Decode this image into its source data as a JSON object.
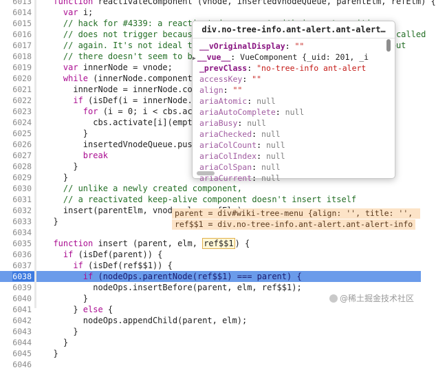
{
  "editor": {
    "lines": [
      {
        "num": "6013",
        "text": "  function reactivateComponent (vnode, insertedVnodeQueue, parentElm, refElm) {",
        "kind": "code"
      },
      {
        "num": "6014",
        "text": "    var i;",
        "kind": "code"
      },
      {
        "num": "6015",
        "text": "    // hack for #4339: a reactivated component with inner transition",
        "kind": "comment"
      },
      {
        "num": "6016",
        "text": "    // does not trigger because the inner node's created hooks are not called",
        "kind": "comment"
      },
      {
        "num": "6017",
        "text": "    // again. It's not ideal to involve module-specific logic in here but",
        "kind": "comment"
      },
      {
        "num": "6018",
        "text": "    // there doesn't seem to be a better way to do it.",
        "kind": "comment"
      },
      {
        "num": "6019",
        "text": "    var innerNode = vnode;",
        "kind": "code"
      },
      {
        "num": "6020",
        "text": "    while (innerNode.componentInstance) {",
        "kind": "code"
      },
      {
        "num": "6021",
        "text": "      innerNode = innerNode.componentInstance._vnode;",
        "kind": "code"
      },
      {
        "num": "6022",
        "text": "      if (isDef(i = innerNode.data) && isDef(i = i.transition)) {",
        "kind": "code"
      },
      {
        "num": "6023",
        "text": "        for (i = 0; i < cbs.activate.length; ++i) {",
        "kind": "code"
      },
      {
        "num": "6024",
        "text": "          cbs.activate[i](emptyNode, innerNode);",
        "kind": "code"
      },
      {
        "num": "6025",
        "text": "        }",
        "kind": "code"
      },
      {
        "num": "6026",
        "text": "        insertedVnodeQueue.push(innerNode);",
        "kind": "code"
      },
      {
        "num": "6027",
        "text": "        break",
        "kind": "code"
      },
      {
        "num": "6028",
        "text": "      }",
        "kind": "code"
      },
      {
        "num": "6029",
        "text": "    }",
        "kind": "code"
      },
      {
        "num": "6030",
        "text": "    // unlike a newly created component,",
        "kind": "comment"
      },
      {
        "num": "6031",
        "text": "    // a reactivated keep-alive component doesn't insert itself",
        "kind": "comment"
      },
      {
        "num": "6032",
        "text": "    insert(parentElm, vnode.elm, refElm);",
        "kind": "code"
      },
      {
        "num": "6033",
        "text": "  }",
        "kind": "code"
      },
      {
        "num": "6034",
        "text": "",
        "kind": "code"
      },
      {
        "num": "6035",
        "text": "  function insert (parent, elm, ",
        "kind": "code"
      },
      {
        "num": "6036",
        "text": "    if (isDef(parent)) {",
        "kind": "code"
      },
      {
        "num": "6037",
        "text": "      if (isDef(ref$$1)) {",
        "kind": "code"
      },
      {
        "num": "6038",
        "text": "        if (nodeOps.parentNode(ref$$1) === parent) {",
        "kind": "current"
      },
      {
        "num": "6039",
        "text": "          nodeOps.insertBefore(parent, elm, ref$$1);",
        "kind": "code"
      },
      {
        "num": "6040",
        "text": "        }",
        "kind": "code"
      },
      {
        "num": "6041",
        "text": "      } else {",
        "kind": "code"
      },
      {
        "num": "6042",
        "text": "        nodeOps.appendChild(parent, elm);",
        "kind": "code"
      },
      {
        "num": "6043",
        "text": "      }",
        "kind": "code"
      },
      {
        "num": "6044",
        "text": "    }",
        "kind": "code"
      },
      {
        "num": "6045",
        "text": "  }",
        "kind": "code"
      },
      {
        "num": "6046",
        "text": "",
        "kind": "code"
      }
    ],
    "insert_param_highlight": "ref$$1",
    "insert_tail": ") {",
    "inline_values": {
      "parent": "parent = div#wiki-tree-menu {align: '', title: '', ",
      "ref": "ref$$1 = div.no-tree-info.ant-alert.ant-alert-info"
    }
  },
  "popover": {
    "title": "div.no-tree-info.ant-alert.ant-alert…",
    "props": [
      {
        "key": "__vOriginalDisplay",
        "value": "\"\"",
        "type": "str",
        "expandable": false
      },
      {
        "key": "__vue__",
        "value": "VueComponent {_uid: 201, _i",
        "type": "obj",
        "expandable": true
      },
      {
        "key": "_prevClass",
        "value": "\"no-tree-info ant-alert",
        "type": "str",
        "expandable": false
      },
      {
        "key": "accessKey",
        "value": "\"\"",
        "type": "str",
        "expandable": false
      },
      {
        "key": "align",
        "value": "\"\"",
        "type": "str",
        "expandable": false
      },
      {
        "key": "ariaAtomic",
        "value": "null",
        "type": "null",
        "expandable": false
      },
      {
        "key": "ariaAutoComplete",
        "value": "null",
        "type": "null",
        "expandable": false
      },
      {
        "key": "ariaBusy",
        "value": "null",
        "type": "null",
        "expandable": false
      },
      {
        "key": "ariaChecked",
        "value": "null",
        "type": "null",
        "expandable": false
      },
      {
        "key": "ariaColCount",
        "value": "null",
        "type": "null",
        "expandable": false
      },
      {
        "key": "ariaColIndex",
        "value": "null",
        "type": "null",
        "expandable": false
      },
      {
        "key": "ariaColSpan",
        "value": "null",
        "type": "null",
        "expandable": false
      },
      {
        "key": "ariaCurrent",
        "value": "null",
        "type": "null",
        "expandable": false
      }
    ]
  },
  "watermark": "@稀土掘金技术社区",
  "colors": {
    "current_line": "#6a9bea",
    "keyword": "#aa0d91",
    "comment": "#236e25",
    "prop_key": "#881280",
    "string": "#c41a16"
  }
}
